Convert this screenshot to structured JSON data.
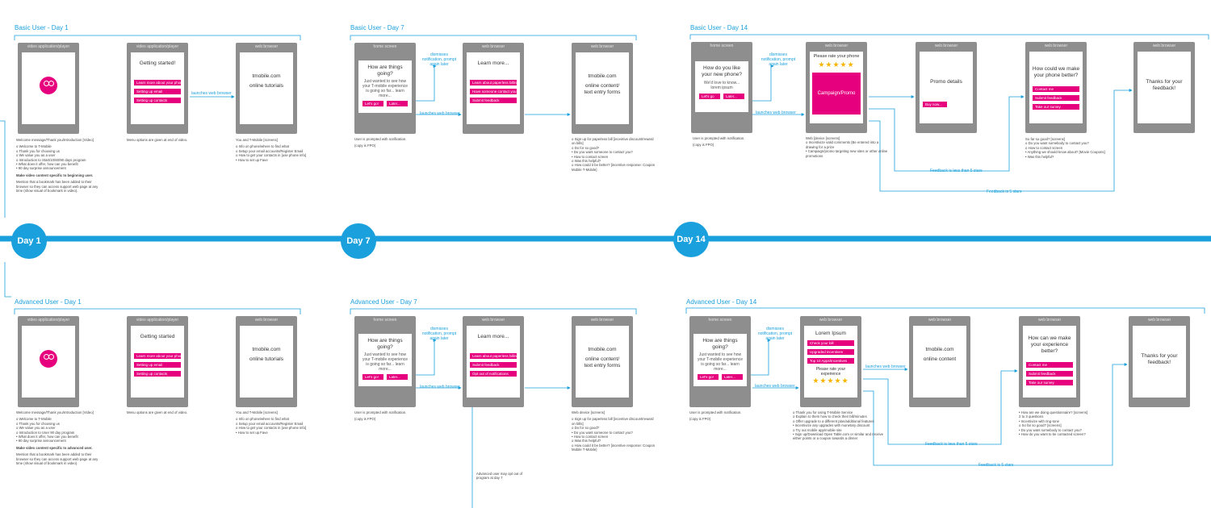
{
  "timeline": {
    "color": "#1aa0dc",
    "days": [
      "Day 1",
      "Day 7",
      "Day 14"
    ]
  },
  "colors": {
    "accent": "#1aa0dc",
    "button": "#e6007e",
    "phone": "#8e8e8e",
    "star": "#f7b500"
  },
  "sections": {
    "b1": "Basic User - Day 1",
    "b7": "Basic User - Day 7",
    "b14": "Basic User - Day 14",
    "a1": "Advanced User - Day 1",
    "a7": "Advanced User - Day 7",
    "a14": "Advanced User - Day 14"
  },
  "phones": {
    "b1a": {
      "label": "video application/player"
    },
    "b1b": {
      "label": "video application/player",
      "title": "Getting started!",
      "buttons": [
        "Learn more about your phone",
        "Setting up email",
        "Setting up contacts"
      ]
    },
    "b1c": {
      "label": "web browser",
      "title": "tmobile.com",
      "body": "online tutorials"
    },
    "b7a": {
      "label": "home screen",
      "title": "How are things going?",
      "body": "Just wanted to see how your T-mobile experience is going so far... learn more...",
      "buttons": [
        "Let's go!",
        "Later..."
      ]
    },
    "b7b": {
      "label": "web browser",
      "title": "Learn more...",
      "buttons": [
        "Learn about paperless billing",
        "Have someone contact you",
        "Submit feedback"
      ]
    },
    "b7c": {
      "label": "web browser",
      "title": "tmobile.com",
      "body": "online content/ text entry forms"
    },
    "b14a": {
      "label": "home screen",
      "title": "How do you like your new phone?",
      "body": "We'd love to know... lorem ipsum",
      "buttons": [
        "Let's go",
        "Later..."
      ]
    },
    "b14b": {
      "label": "web browser",
      "title": "Please rate your phone",
      "stars": "★★★★★",
      "promo": "Campaign/Promo"
    },
    "b14c": {
      "label": "web browser",
      "title": "Promo details",
      "buttons": [
        "Buy now..."
      ]
    },
    "b14d": {
      "label": "web browser",
      "title": "How could we make your phone better?",
      "buttons": [
        "Contact me",
        "Submit feedback",
        "Take our survey"
      ]
    },
    "b14e": {
      "label": "web browser",
      "title": "Thanks for your feedback!"
    },
    "a1a": {
      "label": "video application/player"
    },
    "a1b": {
      "label": "video application/player",
      "title": "Getting started",
      "buttons": [
        "Learn more about your phone",
        "Setting up email",
        "Setting up contacts"
      ]
    },
    "a1c": {
      "label": "web browser",
      "title": "tmobile.com",
      "body": "online tutorials"
    },
    "a7a": {
      "label": "home screen",
      "title": "How are things going?",
      "body": "Just wanted to see how your T-mobile experience is going so far... learn more...",
      "buttons": [
        "Let's go!",
        "Later..."
      ]
    },
    "a7b": {
      "label": "web browser",
      "title": "Learn more...",
      "buttons": [
        "Learn about paperless billing",
        "Submit feedback",
        "Opt out of notifications"
      ]
    },
    "a7c": {
      "label": "web browser",
      "title": "tmobile.com",
      "body": "online content/ text entry forms"
    },
    "a14a": {
      "label": "home screen",
      "title": "How are things going?",
      "body": "Just wanted to see how your T-mobile experience is going so far... learn more...",
      "buttons": [
        "Let's go!",
        "Later..."
      ]
    },
    "a14b": {
      "label": "web browser",
      "title": "Lorem Ipsum",
      "buttons": [
        "Check your bill",
        "Upgraded incentives",
        "Top 10 Apps/Incentives"
      ],
      "rate": "Please rate your experience",
      "stars": "★★★★★"
    },
    "a14c": {
      "label": "web browser",
      "title": "tmobile.com",
      "body": "online content"
    },
    "a14d": {
      "label": "web browser",
      "title": "How can we make your experience better?",
      "buttons": [
        "Contact me",
        "Submit feedback",
        "Take our survey"
      ]
    },
    "a14e": {
      "label": "web browser",
      "title": "Thanks for your feedback!"
    }
  },
  "connectors": {
    "b1_launch": "launches web browser",
    "b7_dismiss": "dismisses notification, prompt again later",
    "b7_launch": "launches web browser",
    "b14_dismiss": "dismisses notification, prompt again later",
    "b14_launch": "launches web browser",
    "b14_lt5": "Feedback is less than 5 stars",
    "b14_is5": "Feedback is 5 stars",
    "a7_dismiss": "dismisses notification, prompt again later",
    "a7_launch": "launches web browser",
    "a14_dismiss": "dismisses notification, prompt again later",
    "a14_launch": "launches web browser",
    "a14_launch2": "launches web browser",
    "a14_lt5": "Feedback is less than 5 stars",
    "a14_is5": "Feedback is 5 stars"
  },
  "notes": {
    "b1a": [
      "Welcome message/Thank you/Introduction [Video]",
      "",
      "o Welcome to T-Mobile",
      "o Thank you for choosing us",
      "o We value you as a user",
      "o Introduction to Start/10/60/90 days program",
      "  • What does it offer, how can you benefit",
      "  • 90 day surprise announcement",
      "",
      "Make video content specific to beginning user.",
      "",
      "Mention that a bookmark has been added to their browser so they can access support web page at any time (show visual of bookmark in video)."
    ],
    "b1b": [
      "Menu options are given at end of video."
    ],
    "b1c": [
      "You and T-Mobile [screens]",
      "",
      "o Info on phone/where to find what",
      "o Setup your email accounts/Register Email",
      "o How to get your contacts in [use phone info]",
      "  • How to set up Fave"
    ],
    "b7a": [
      "User is prompted with notification.",
      "",
      "(copy is FPO)"
    ],
    "b7c": [
      "o Sign up for paperless bill [incentive discount/reward on bills]",
      "o Do for so good?",
      "  • Do you want someone to contact you?",
      "  • How to contact screen",
      "o Was this helpful?",
      "o How could it be better? [incentive response: Coupon Mobile T-Mobile]"
    ],
    "b14a": [
      "User is prompted with notification.",
      "",
      "(copy is FPO)"
    ],
    "b14b": [
      "Web [device [screens]",
      "o Incentivize valid comments (Be entered into a drawing for a prize",
      "• Campaign/promo targeting new sites or other online promotions"
    ],
    "b14d": [
      "So far so good? [screens]",
      "o Do you want somebody to contact you?",
      "o How to contact screen",
      "• Anything we should know about? [Movie Coupons]",
      "• Was this helpful?"
    ],
    "a1a": [
      "Welcome message/Thank you/Introduction [Video]",
      "",
      "o Welcome to T-Mobile",
      "o Thank you for choosing us",
      "o We value you as a user",
      "o Introduction to User 90 day program",
      "  • What does it offer, how can you benefit",
      "  • 90 day surprise announcement",
      "",
      "Make video content specific to advanced user.",
      "",
      "Mention that a bookmark has been added to their browser so they can access support web page at any time (show visual of bookmark in video)."
    ],
    "a1b": [
      "Menu options are given at end of video."
    ],
    "a1c": [
      "You and T-Mobile [screens]",
      "",
      "o Info on phone/where to find what",
      "o Setup your email accounts/Register Email",
      "o How to get your contacts in [use phone info]",
      "  • How to set up Fave"
    ],
    "a7a": [
      "User is prompted with notification.",
      "",
      "(copy is FPO)"
    ],
    "a7c": [
      "Web device [screens]",
      "",
      "o Sign up for paperless bill [incentive discount/reward on bills]",
      "o Do for so good?",
      "  • Do you want someone to contact you?",
      "  • How to contact screen",
      "o Was this helpful?",
      "o How could it be better? [incentive response: Coupon Mobile T-Mobile]"
    ],
    "a7opt": [
      "Advanced user may opt out of program at day 7"
    ],
    "a14a": [
      "User is prompted with notification.",
      "",
      "(copy is FPO)"
    ],
    "a14b": [
      "o Thank you for using T-Mobile Service",
      "o Explain to them how to check their bill/minutes",
      "o Offer upgrade to a different plan/additional features",
      "  • Incentivize any upgrades with monetary discount",
      "o Try out mobile app/mobile site",
      "  • Sign up/Download Open Table.com or similar and receive either points or a coupon towards a dinner"
    ],
    "a14d": [
      "• How are we doing questionnaire? [screens]",
      "2 to 3 questions",
      "  • Incentivize with ring-tone",
      "o So far so good? [screens]",
      "  • Do you want somebody to contact you?",
      "  • How do you want to be contacted screen?"
    ]
  }
}
